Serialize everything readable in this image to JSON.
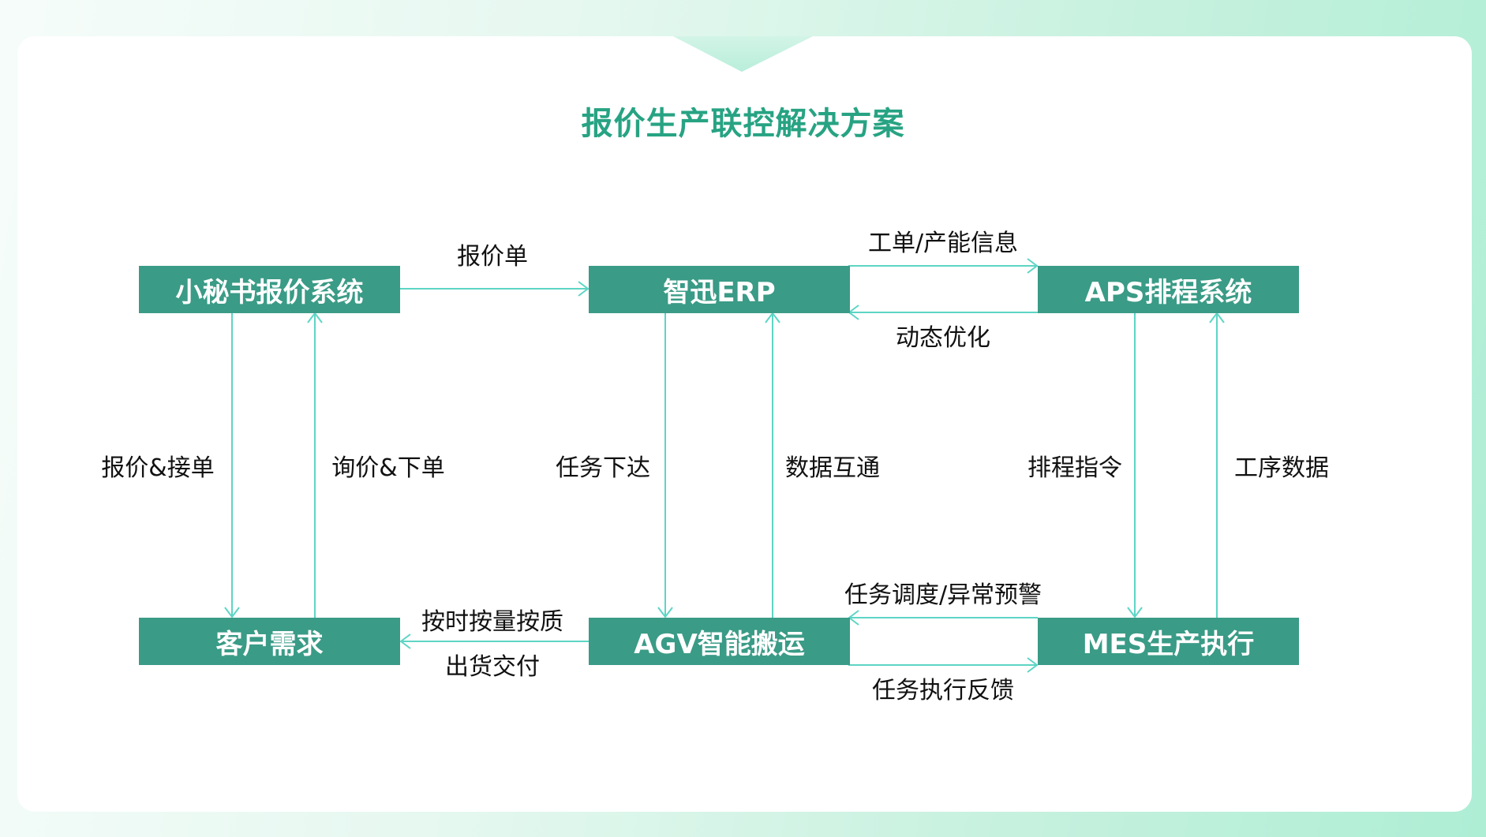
{
  "title": "报价生产联控解决方案",
  "nodes": {
    "quote_system": "小秘书报价系统",
    "erp": "智迅ERP",
    "aps": "APS排程系统",
    "customer": "客户需求",
    "agv": "AGV智能搬运",
    "mes": "MES生产执行"
  },
  "edges": {
    "quote_to_erp": "报价单",
    "erp_to_aps": "工单/产能信息",
    "aps_to_erp": "动态优化",
    "quote_to_customer": "报价&接单",
    "customer_to_quote": "询价&下单",
    "erp_to_agv": "任务下达",
    "agv_to_erp": "数据互通",
    "aps_to_mes": "排程指令",
    "mes_to_aps": "工序数据",
    "mes_to_agv": "任务调度/异常预警",
    "agv_to_mes": "任务执行反馈",
    "agv_to_customer_1": "按时按量按质",
    "agv_to_customer_2": "出货交付"
  },
  "colors": {
    "title": "#27a383",
    "box": "#3a9b86",
    "arrow": "#5dd5c4"
  }
}
